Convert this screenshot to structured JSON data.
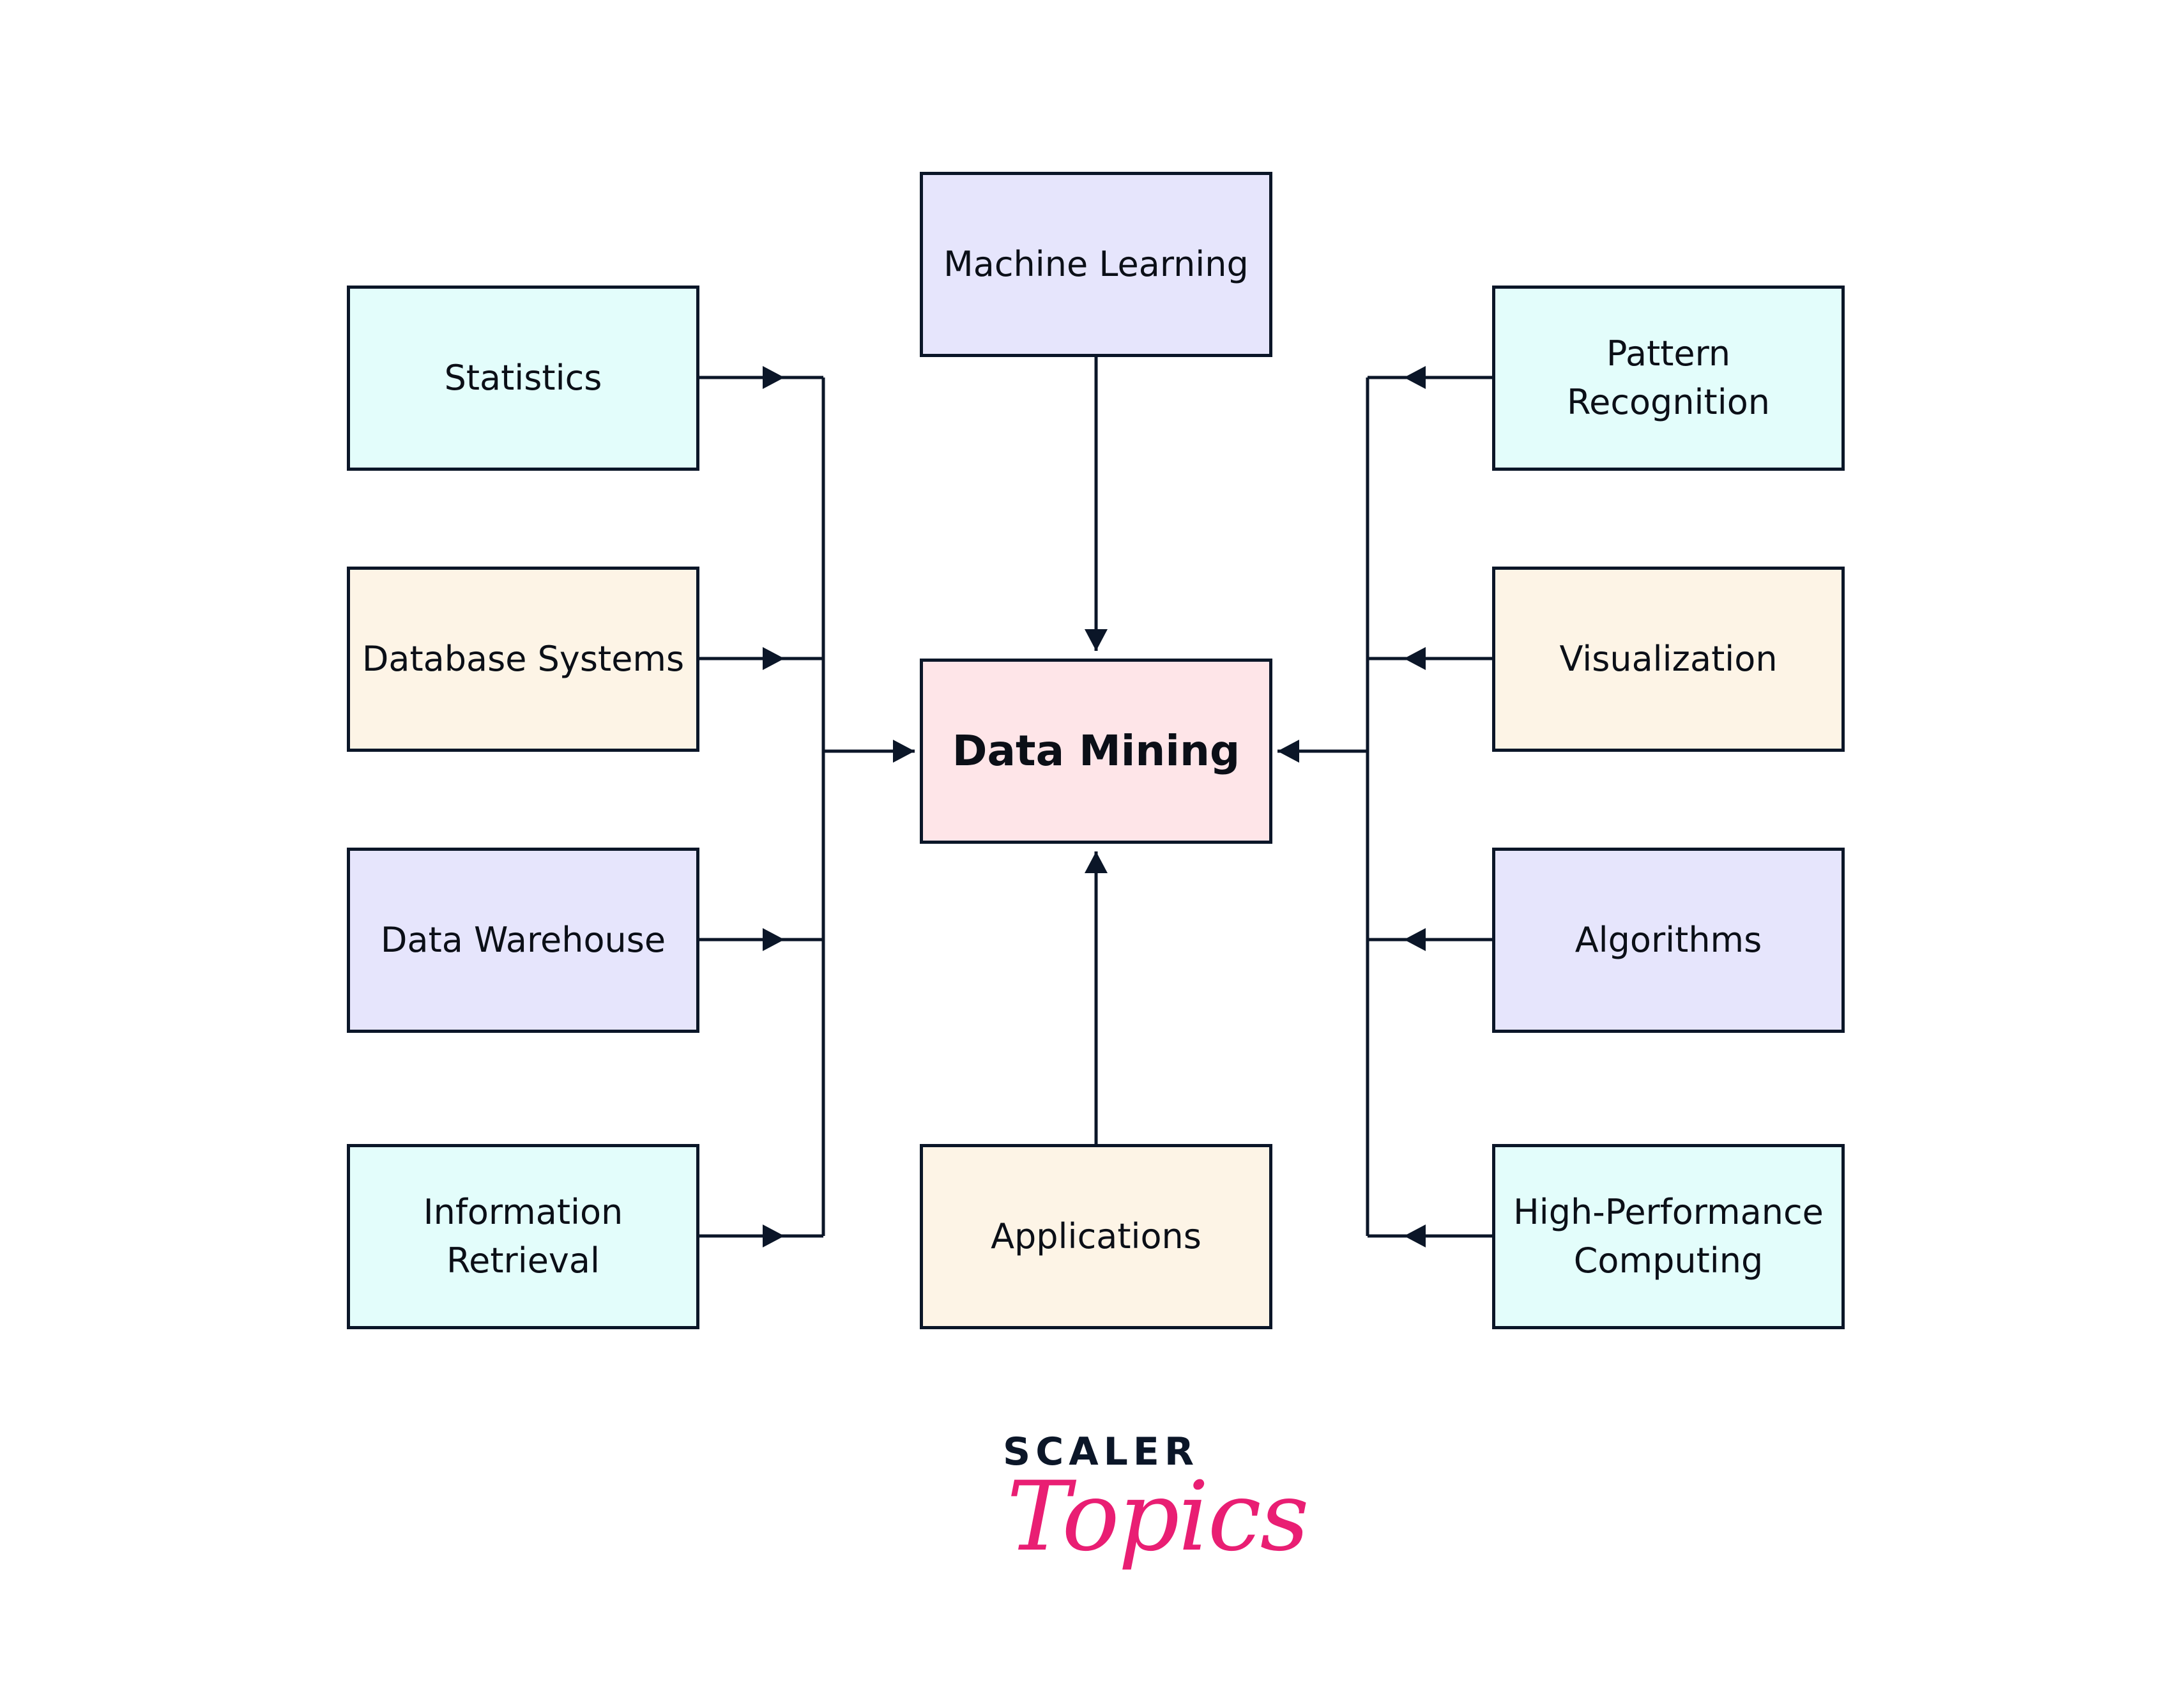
{
  "title": "Data Mining",
  "colors": {
    "cyan": "#E3FDFB",
    "peach": "#FDF4E6",
    "lavender": "#E6E5FC",
    "pink": "#FEE5E8",
    "stroke": "#0B1628",
    "brand_pink": "#E91E73"
  },
  "nodes": {
    "center": {
      "label": "Data Mining",
      "color": "pink"
    },
    "top": {
      "label": "Machine Learning",
      "color": "lavender"
    },
    "bottom": {
      "label": "Applications",
      "color": "peach"
    },
    "left": [
      {
        "label": "Statistics",
        "color": "cyan"
      },
      {
        "label": "Database Systems",
        "color": "peach"
      },
      {
        "label": "Data Warehouse",
        "color": "lavender"
      },
      {
        "label": "Information\nRetrieval",
        "color": "cyan"
      }
    ],
    "right": [
      {
        "label": "Pattern\nRecognition",
        "color": "cyan"
      },
      {
        "label": "Visualization",
        "color": "peach"
      },
      {
        "label": "Algorithms",
        "color": "lavender"
      },
      {
        "label": "High-Performance\nComputing",
        "color": "cyan"
      }
    ]
  },
  "edges": [
    {
      "from": "Statistics",
      "to": "Data Mining"
    },
    {
      "from": "Database Systems",
      "to": "Data Mining"
    },
    {
      "from": "Data Warehouse",
      "to": "Data Mining"
    },
    {
      "from": "Information Retrieval",
      "to": "Data Mining"
    },
    {
      "from": "Machine Learning",
      "to": "Data Mining"
    },
    {
      "from": "Applications",
      "to": "Data Mining"
    },
    {
      "from": "Pattern Recognition",
      "to": "Data Mining"
    },
    {
      "from": "Visualization",
      "to": "Data Mining"
    },
    {
      "from": "Algorithms",
      "to": "Data Mining"
    },
    {
      "from": "High-Performance Computing",
      "to": "Data Mining"
    }
  ],
  "logo": {
    "line1": "SCALER",
    "line2": "Topics"
  }
}
